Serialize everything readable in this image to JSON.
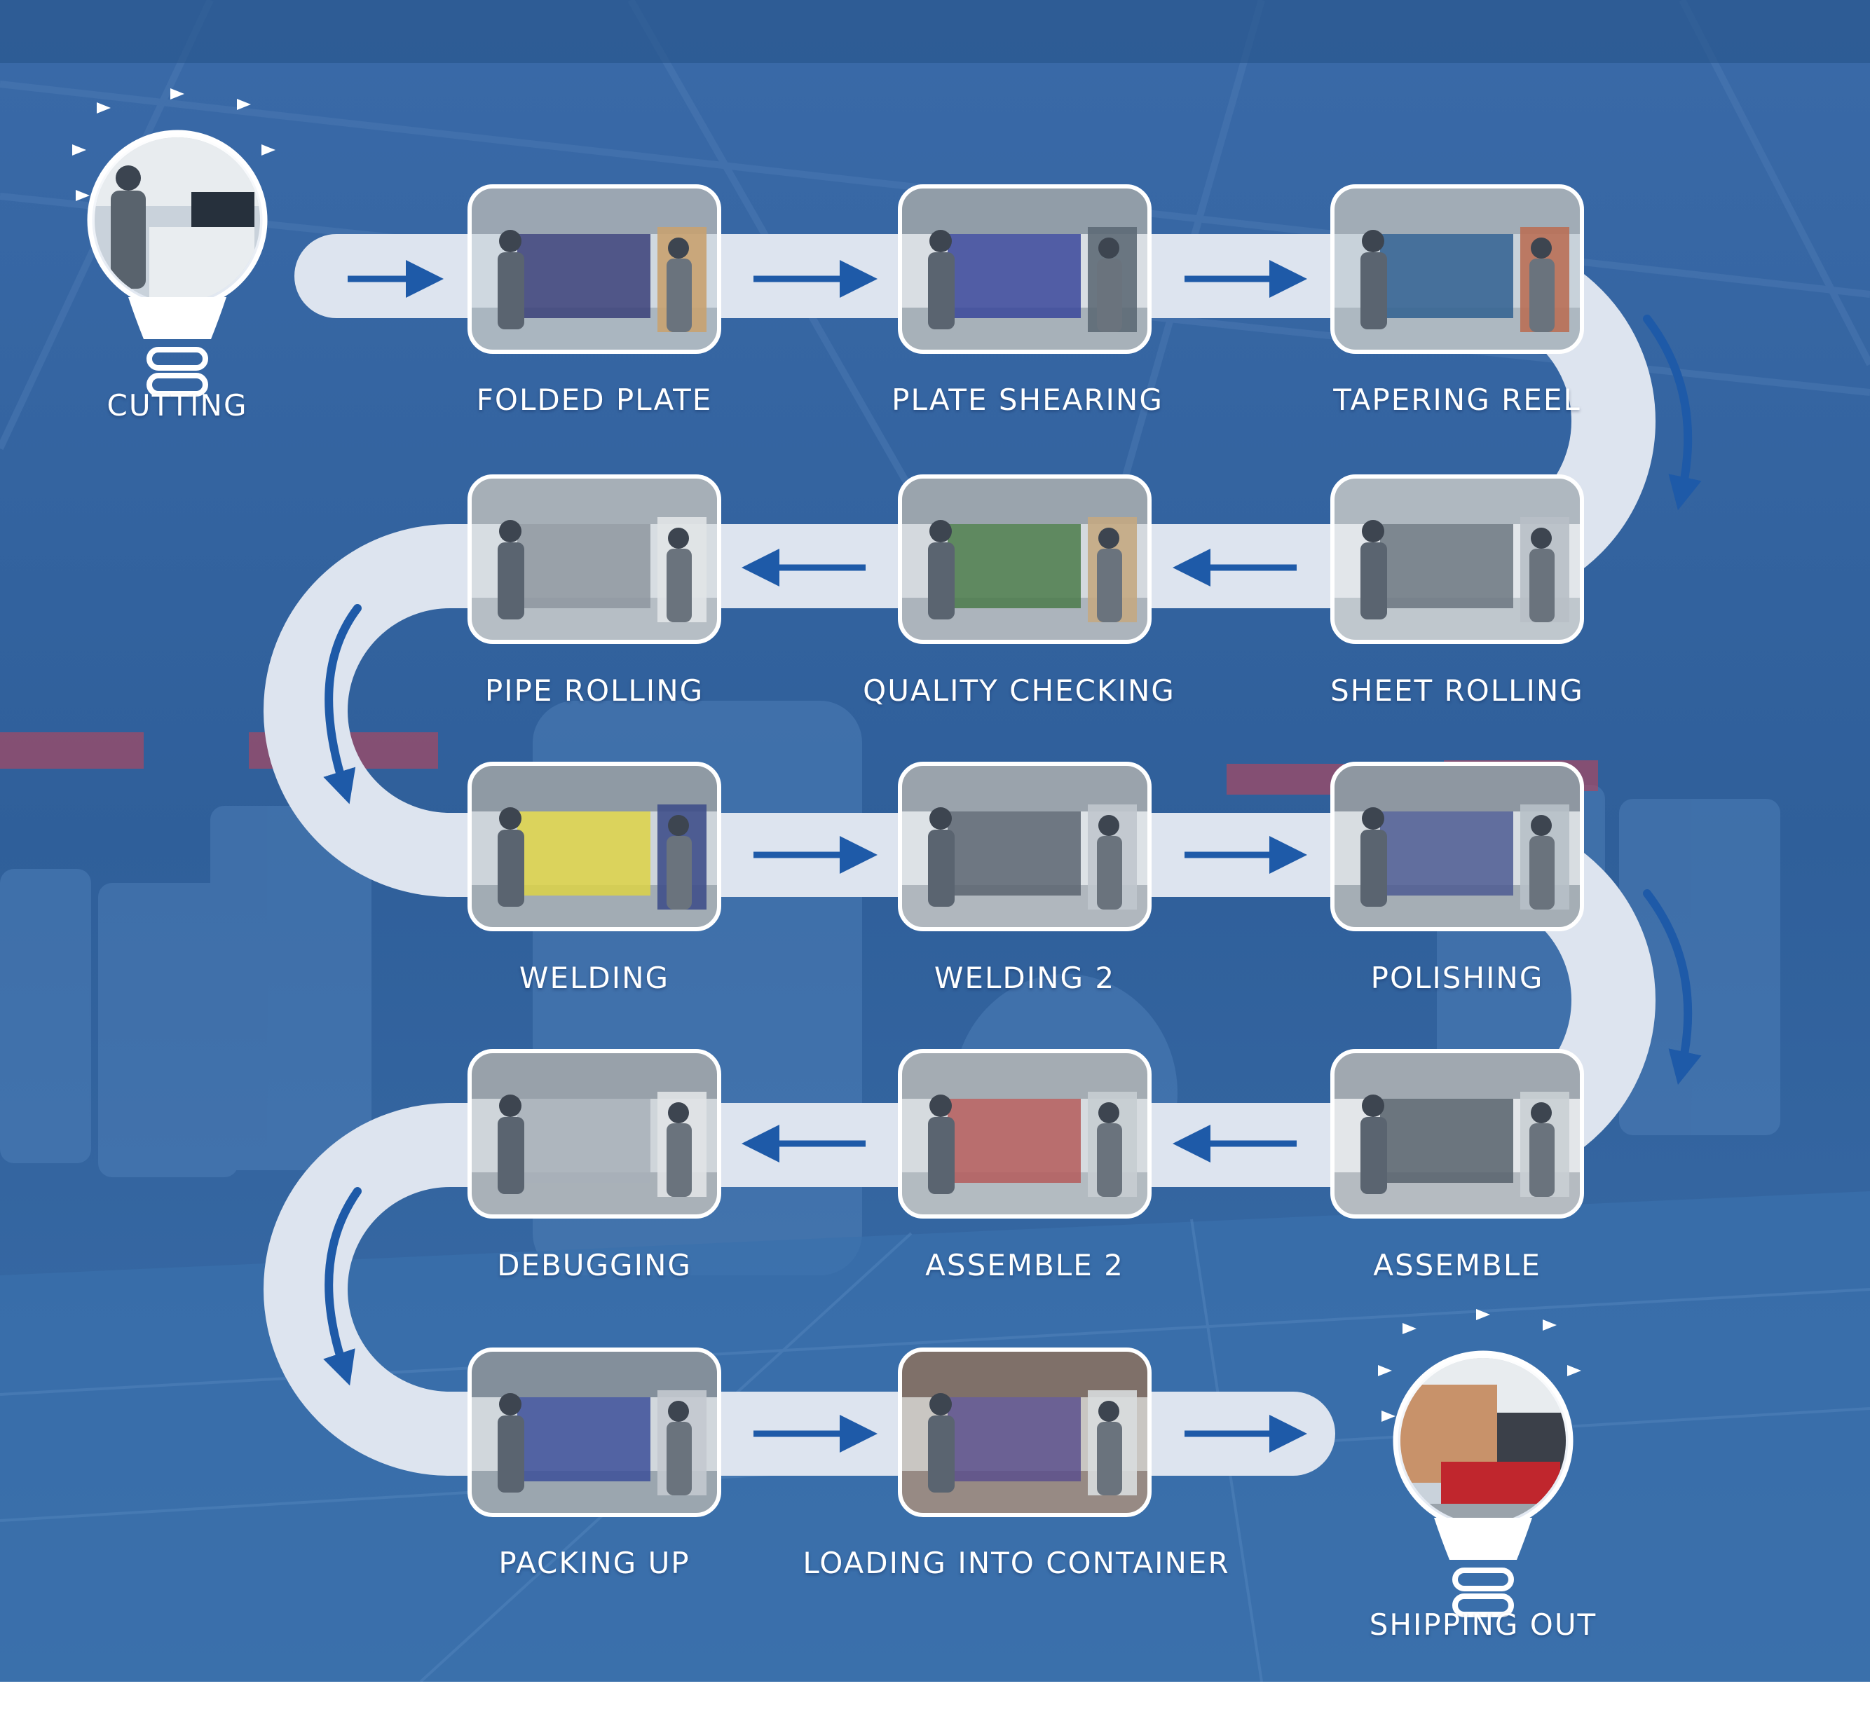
{
  "colors": {
    "background": "#2e5f9c",
    "track": "#dde4ef",
    "arrow": "#1e5aa8",
    "photo_border": "#ffffff"
  },
  "steps": [
    {
      "id": "cutting",
      "label": "CUTTING",
      "kind": "start-bulb",
      "photo": "laser-cutting-machine"
    },
    {
      "id": "folded-plate",
      "label": "FOLDED PLATE",
      "kind": "photo",
      "photo": "press-brake"
    },
    {
      "id": "plate-shearing",
      "label": "PLATE SHEARING",
      "kind": "photo",
      "photo": "shearing-machine"
    },
    {
      "id": "tapering-reel",
      "label": "TAPERING REEL",
      "kind": "photo",
      "photo": "steel-cone"
    },
    {
      "id": "sheet-rolling",
      "label": "SHEET ROLLING",
      "kind": "photo",
      "photo": "rolling-machine"
    },
    {
      "id": "quality-checking",
      "label": "QUALITY CHECKING",
      "kind": "photo",
      "photo": "dimpled-tanks"
    },
    {
      "id": "pipe-rolling",
      "label": "PIPE ROLLING",
      "kind": "photo",
      "photo": "pipe-roller"
    },
    {
      "id": "welding",
      "label": "WELDING",
      "kind": "photo",
      "photo": "welder-mask"
    },
    {
      "id": "welding-2",
      "label": "WELDING 2",
      "kind": "photo",
      "photo": "welder-spark"
    },
    {
      "id": "polishing",
      "label": "POLISHING",
      "kind": "photo",
      "photo": "grinder"
    },
    {
      "id": "assemble",
      "label": "ASSEMBLE",
      "kind": "photo",
      "photo": "workshop-floor"
    },
    {
      "id": "assemble-2",
      "label": "ASSEMBLE 2",
      "kind": "photo",
      "photo": "tank-assembly"
    },
    {
      "id": "debugging",
      "label": "DEBUGGING",
      "kind": "photo",
      "photo": "control-panel"
    },
    {
      "id": "packing-up",
      "label": "PACKING UP",
      "kind": "photo",
      "photo": "wrapped-equipment"
    },
    {
      "id": "loading-into-container",
      "label": "LOADING INTO CONTAINER",
      "kind": "photo",
      "photo": "forklift-container"
    },
    {
      "id": "shipping-out",
      "label": "SHIPPING OUT",
      "kind": "end-bulb",
      "photo": "truck-building"
    }
  ]
}
